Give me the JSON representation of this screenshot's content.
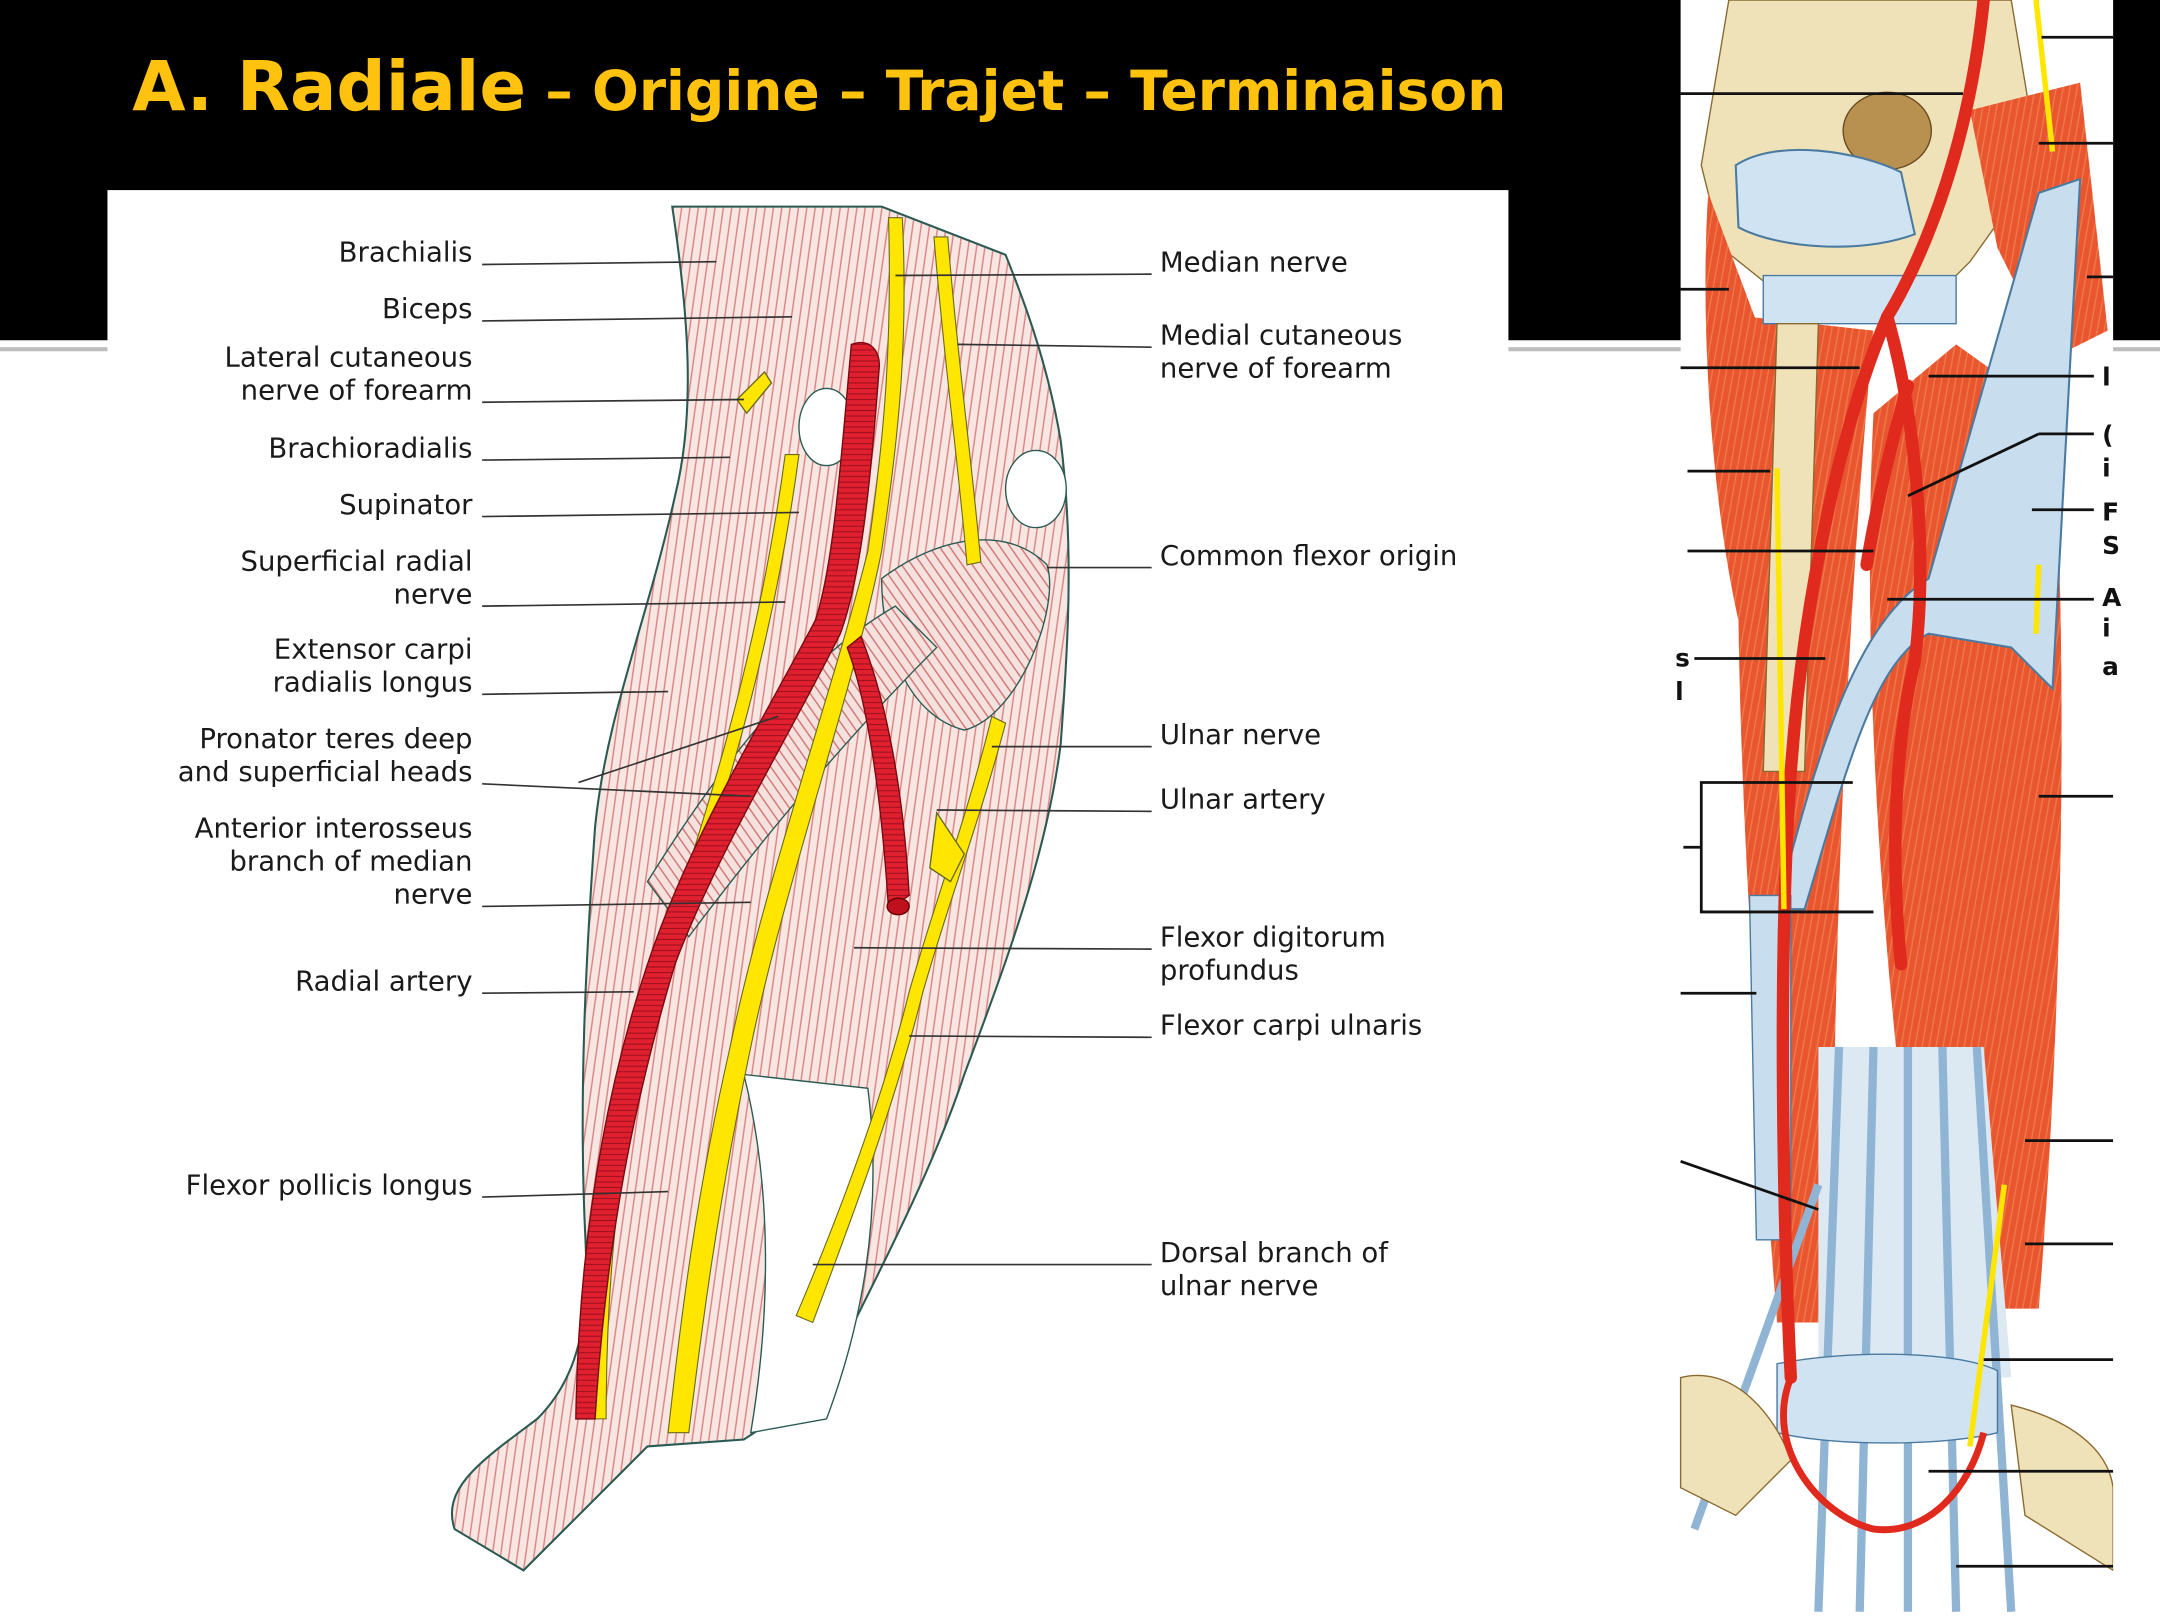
{
  "slide": {
    "title_main": "A. Radiale",
    "title_sub": " – Origine – Trajet – Terminaison",
    "colors": {
      "background_top": "#000000",
      "title": "#FFC20E",
      "artery": "#E0202E",
      "nerve": "#FFE600",
      "muscle_stripe": "#D98080",
      "tendon": "#BFD8EA",
      "muscle_orange": "#E8502A",
      "bone": "#EFE2B8"
    }
  },
  "left_figure": {
    "labels_left": [
      {
        "lines": [
          "Brachialis"
        ]
      },
      {
        "lines": [
          "Biceps"
        ]
      },
      {
        "lines": [
          "Lateral cutaneous",
          "nerve of forearm"
        ]
      },
      {
        "lines": [
          "Brachioradialis"
        ]
      },
      {
        "lines": [
          "Supinator"
        ]
      },
      {
        "lines": [
          "Superficial radial",
          "nerve"
        ]
      },
      {
        "lines": [
          "Extensor carpi",
          "radialis longus"
        ]
      },
      {
        "lines": [
          "Pronator teres deep",
          "and superficial heads"
        ]
      },
      {
        "lines": [
          "Anterior interosseus",
          "branch of median",
          "nerve"
        ]
      },
      {
        "lines": [
          "Radial artery"
        ]
      },
      {
        "lines": [
          "Flexor pollicis longus"
        ]
      }
    ],
    "labels_right": [
      {
        "lines": [
          "Median nerve"
        ]
      },
      {
        "lines": [
          "Medial cutaneous",
          "nerve of forearm"
        ]
      },
      {
        "lines": [
          "Common flexor origin"
        ]
      },
      {
        "lines": [
          "Ulnar nerve"
        ]
      },
      {
        "lines": [
          "Ulnar artery"
        ]
      },
      {
        "lines": [
          "Flexor digitorum",
          "profundus"
        ]
      },
      {
        "lines": [
          "Flexor carpi ulnaris"
        ]
      },
      {
        "lines": [
          "Dorsal branch of",
          "ulnar nerve"
        ]
      }
    ]
  },
  "right_figure": {
    "partial_labels": [
      "l",
      "(",
      "i",
      "F",
      "S",
      "A",
      "i",
      "a"
    ],
    "partial_labels_left": [
      "s",
      "l"
    ]
  }
}
